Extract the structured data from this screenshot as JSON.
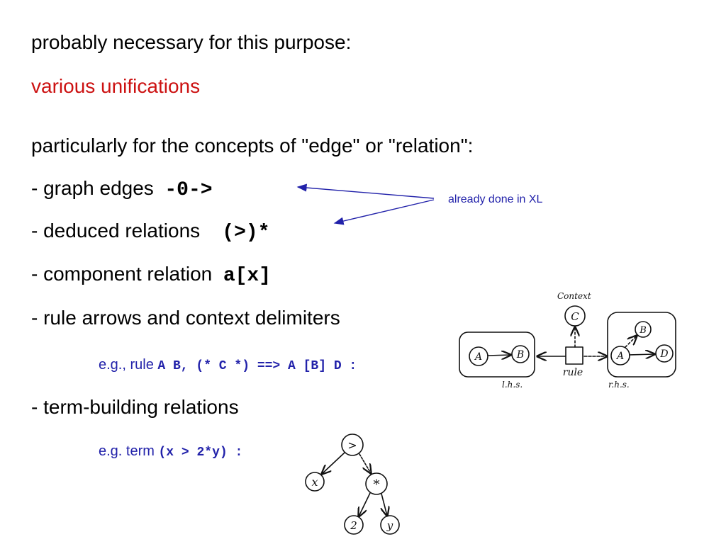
{
  "lines": {
    "intro": "probably necessary for this purpose:",
    "highlight": "various unifications",
    "concepts": "particularly for the concepts of \"edge\" or \"relation\":",
    "graph_edges": {
      "prefix": "- graph edges",
      "code": "-0->"
    },
    "deduced": {
      "prefix": "- deduced relations",
      "code": "(>)*"
    },
    "component": {
      "prefix": "- component relation",
      "code": "a[x]"
    },
    "rule_arrows": "- rule arrows and context delimiters",
    "rule_example": {
      "prefix": "e.g., rule",
      "code": "A B, (* C *) ==> A [B] D :"
    },
    "term_building": "- term-building relations",
    "term_example": {
      "prefix": "e.g. term",
      "code": "(x > 2*y) :"
    }
  },
  "annotation": "already done in XL",
  "rule_diagram": {
    "context_label": "Context",
    "context_node": "C",
    "lhs_nodes": [
      "A",
      "B"
    ],
    "rhs_nodes": [
      "A",
      "B",
      "D"
    ],
    "rule_label": "rule",
    "lhs_label": "l.h.s.",
    "rhs_label": "r.h.s."
  },
  "term_tree": {
    "root": ">",
    "left": "x",
    "right": "*",
    "right_left": "2",
    "right_right": "y"
  },
  "colors": {
    "text": "#000000",
    "accent_red": "#cc1111",
    "accent_blue": "#2222aa"
  }
}
